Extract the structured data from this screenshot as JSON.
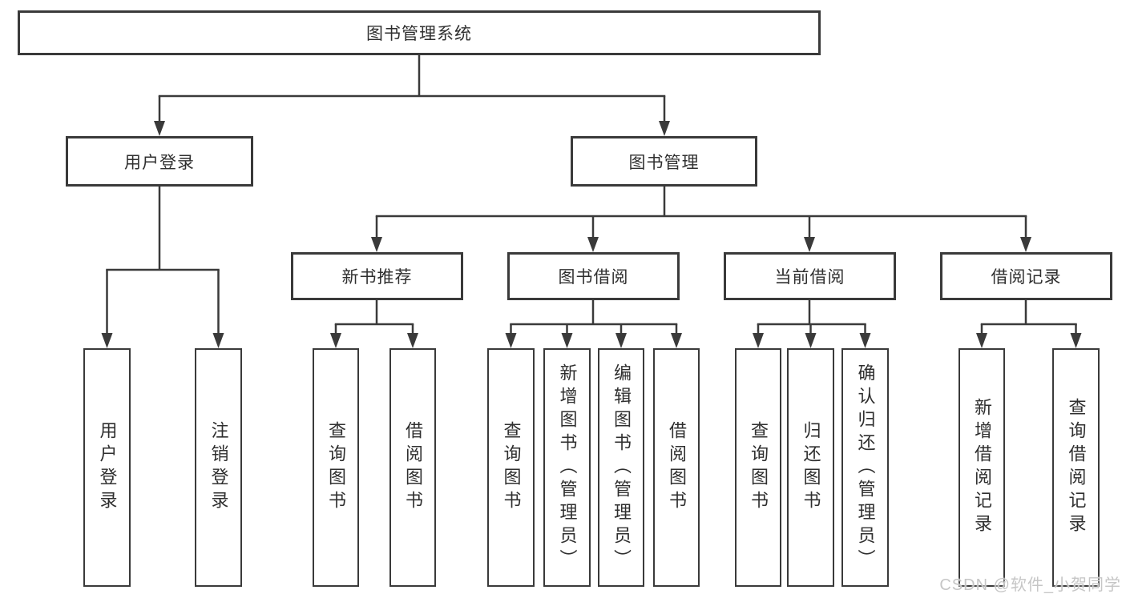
{
  "nodes": {
    "root": {
      "label": "图书管理系统"
    },
    "user_login": {
      "label": "用户登录"
    },
    "book_mgmt": {
      "label": "图书管理"
    },
    "new_book_rec": {
      "label": "新书推荐"
    },
    "book_borrow": {
      "label": "图书借阅"
    },
    "current_borrow": {
      "label": "当前借阅"
    },
    "borrow_records": {
      "label": "借阅记录"
    },
    "leaf_user_login": {
      "label": "用户登录"
    },
    "leaf_logout": {
      "label": "注销登录"
    },
    "leaf_nb_query": {
      "label": "查询图书"
    },
    "leaf_nb_borrow": {
      "label": "借阅图书"
    },
    "leaf_bb_query": {
      "label": "查询图书"
    },
    "leaf_bb_add": {
      "label": "新增图书（管理员）"
    },
    "leaf_bb_edit": {
      "label": "编辑图书（管理员）"
    },
    "leaf_bb_borrow": {
      "label": "借阅图书"
    },
    "leaf_cb_query": {
      "label": "查询图书"
    },
    "leaf_cb_return": {
      "label": "归还图书"
    },
    "leaf_cb_confirm": {
      "label": "确认归还（管理员）"
    },
    "leaf_br_add": {
      "label": "新增借阅记录"
    },
    "leaf_br_query": {
      "label": "查询借阅记录"
    }
  },
  "watermark": "CSDN @软件_小贺同学",
  "colors": {
    "line": "#3a3a3a",
    "text": "#2f2f2f",
    "watermark": "#c6c6c6",
    "box_background": "#ffffff"
  }
}
